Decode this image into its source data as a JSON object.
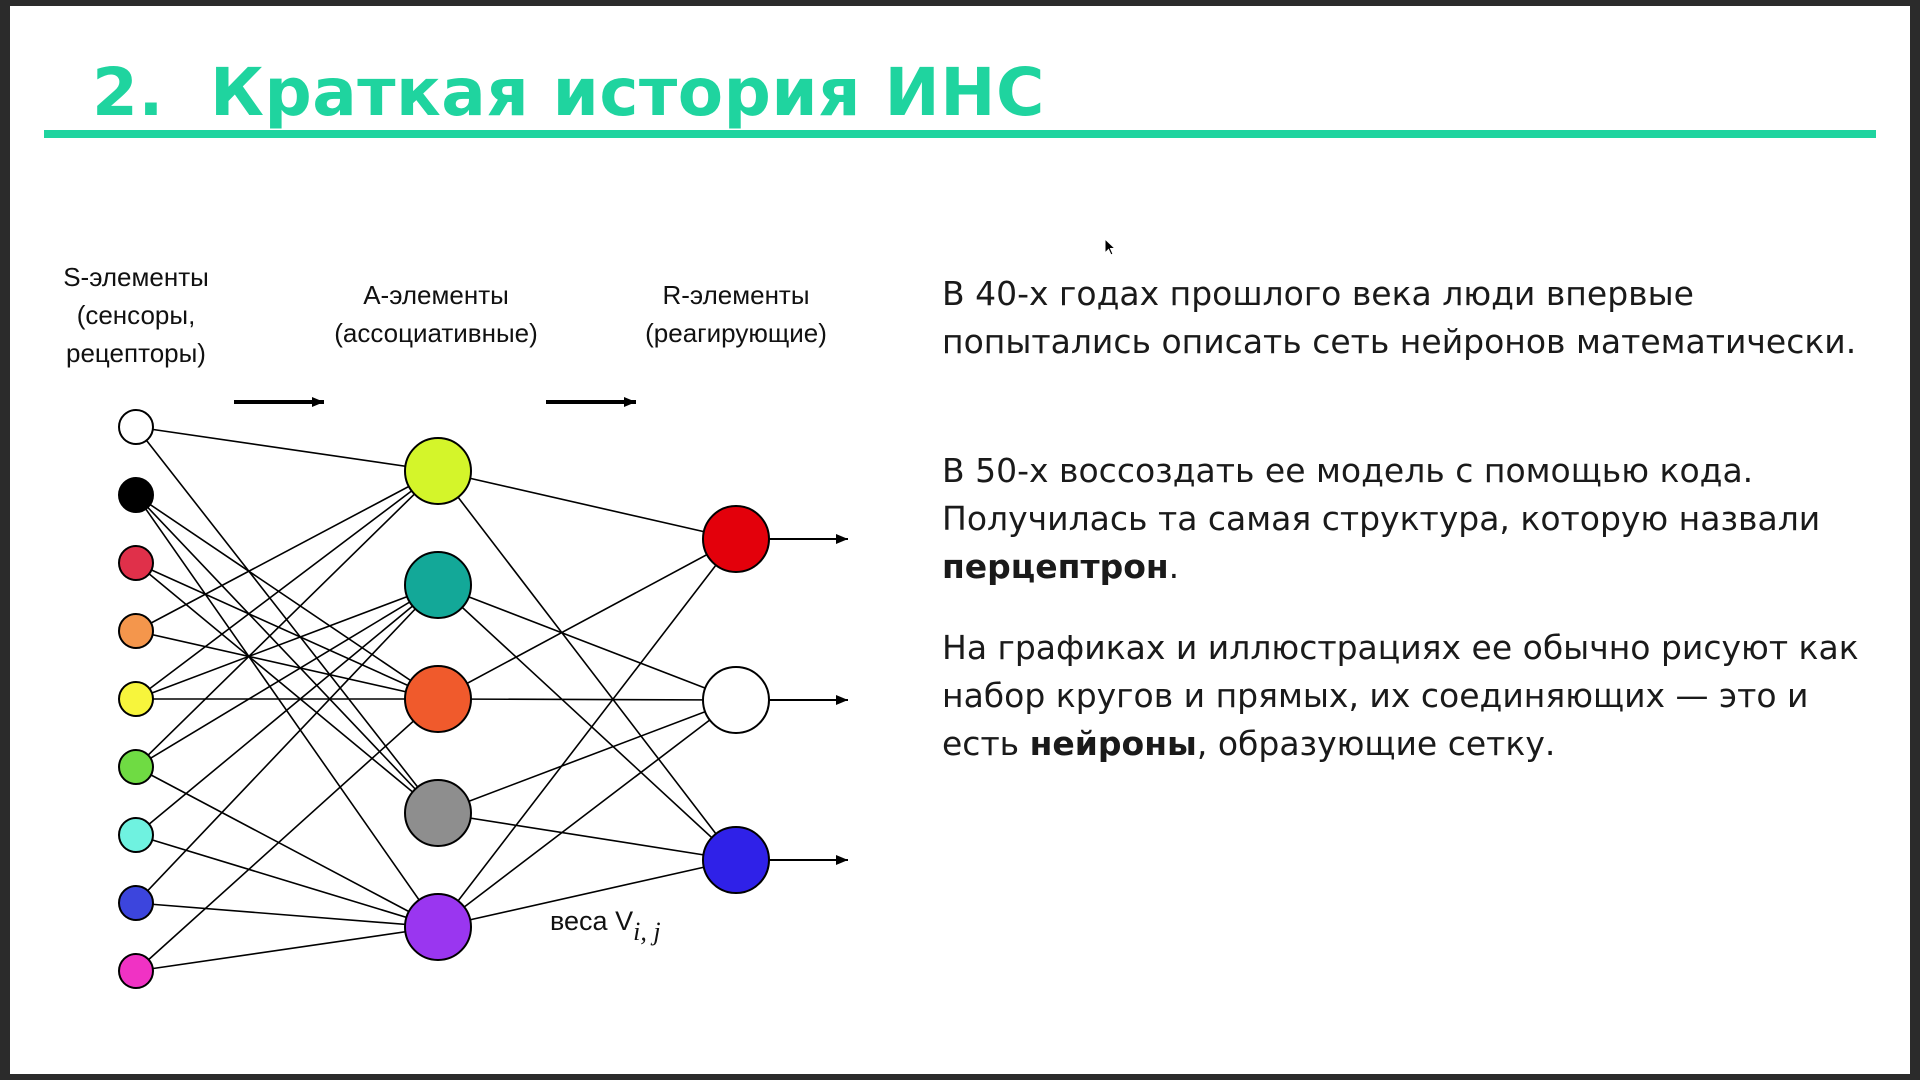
{
  "slide": {
    "title_number": "2.",
    "title_text": "Краткая история ИНС"
  },
  "diagram": {
    "labels": {
      "s_line1": "S-элементы",
      "s_line2": "(сенсоры,",
      "s_line3": "рецепторы)",
      "a_line1": "А-элементы",
      "a_line2": "(ассоциативные)",
      "r_line1": "R-элементы",
      "r_line2": "(реагирующие)",
      "weights_prefix": "веса V",
      "weights_subscript": "i, j"
    },
    "s_nodes": [
      {
        "color": "#ffffff"
      },
      {
        "color": "#000000"
      },
      {
        "color": "#e0304a"
      },
      {
        "color": "#f4964c"
      },
      {
        "color": "#f7f53c"
      },
      {
        "color": "#6fdb43"
      },
      {
        "color": "#6ff2e0"
      },
      {
        "color": "#3c45dd"
      },
      {
        "color": "#f032c4"
      }
    ],
    "a_nodes": [
      {
        "color": "#d4f52a"
      },
      {
        "color": "#13a898"
      },
      {
        "color": "#f05a2c"
      },
      {
        "color": "#8e8e8e"
      },
      {
        "color": "#9a36f0"
      }
    ],
    "r_nodes": [
      {
        "color": "#e3000b"
      },
      {
        "color": "#ffffff"
      },
      {
        "color": "#2f21e8"
      }
    ],
    "s_to_a": [
      [
        0,
        0
      ],
      [
        0,
        3
      ],
      [
        1,
        2
      ],
      [
        1,
        3
      ],
      [
        1,
        4
      ],
      [
        2,
        2
      ],
      [
        2,
        3
      ],
      [
        3,
        0
      ],
      [
        3,
        2
      ],
      [
        4,
        0
      ],
      [
        4,
        1
      ],
      [
        4,
        2
      ],
      [
        5,
        0
      ],
      [
        5,
        1
      ],
      [
        5,
        4
      ],
      [
        6,
        1
      ],
      [
        6,
        4
      ],
      [
        7,
        1
      ],
      [
        7,
        4
      ],
      [
        8,
        2
      ],
      [
        8,
        4
      ]
    ],
    "a_to_r": [
      [
        0,
        0
      ],
      [
        0,
        2
      ],
      [
        1,
        1
      ],
      [
        1,
        2
      ],
      [
        2,
        0
      ],
      [
        2,
        1
      ],
      [
        3,
        1
      ],
      [
        3,
        2
      ],
      [
        4,
        0
      ],
      [
        4,
        1
      ],
      [
        4,
        2
      ]
    ]
  },
  "text": {
    "p1": "В 40-х годах прошлого века люди впервые попытались описать сеть нейронов математически.",
    "p2_a": "В 50-х воссоздать ее модель с помощью кода. Получилась та самая структура, которую назвали ",
    "p2_bold": "перцептрон",
    "p2_b": ".",
    "p3_a": "На графиках и иллюстрациях ее обычно рисуют как набор кругов и прямых, их соединяющих — это и есть ",
    "p3_bold": "нейроны",
    "p3_b": ", образующие сетку."
  }
}
